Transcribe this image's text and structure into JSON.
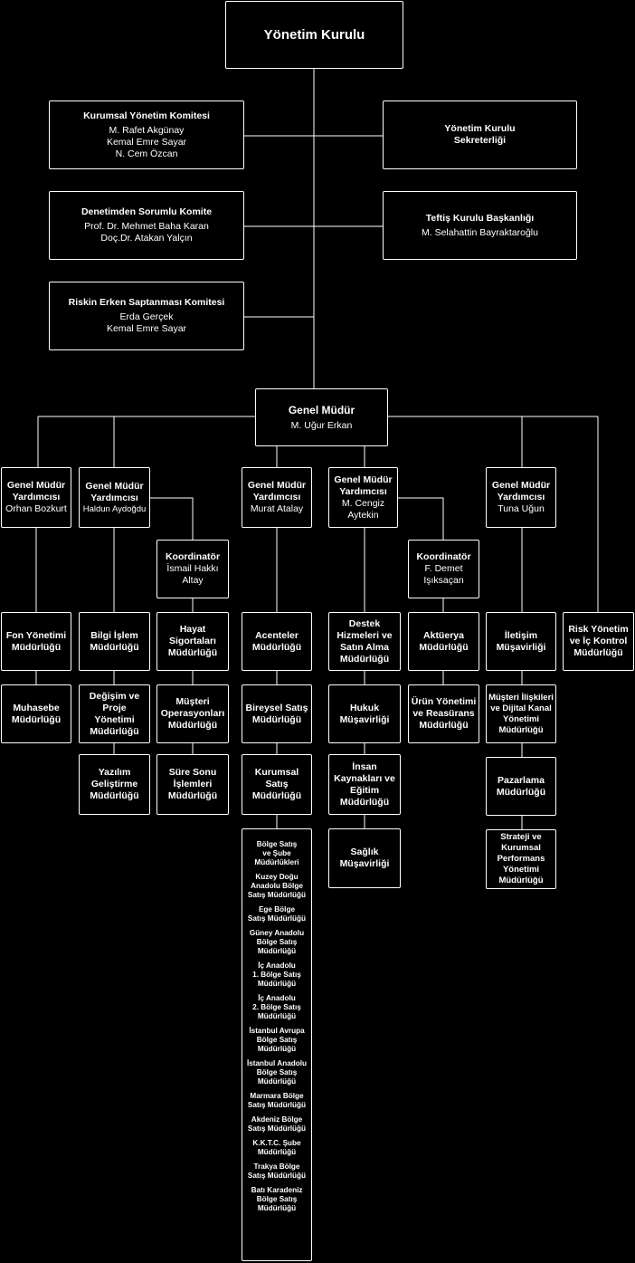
{
  "board": {
    "title": "Yönetim Kurulu"
  },
  "corporate_governance": {
    "title": "Kurumsal Yönetim Komitesi",
    "members": "M. Rafet Akgünay\nKemal Emre Sayar\nN. Cem Özcan"
  },
  "board_secretariat": {
    "title": "Yönetim Kurulu\nSekreterliği"
  },
  "audit_committee": {
    "title": "Denetimden Sorumlu Komite",
    "members": "Prof. Dr. Mehmet Baha Karan\nDoç.Dr. Atakan Yalçın"
  },
  "inspection_board": {
    "title": "Teftiş Kurulu Başkanlığı",
    "members": "M. Selahattin Bayraktaroğlu"
  },
  "risk_committee": {
    "title": "Riskin Erken Saptanması Komitesi",
    "members": "Erda Gerçek\nKemal Emre Sayar"
  },
  "ceo": {
    "title": "Genel Müdür",
    "name": "M. Uğur Erkan"
  },
  "deputies": [
    {
      "title": "Genel Müdür\nYardımcısı",
      "name": "Orhan Bozkurt"
    },
    {
      "title": "Genel Müdür\nYardımcısı",
      "name": "Haldun Aydoğdu"
    },
    {
      "title": "Genel Müdür\nYardımcısı",
      "name": "Murat Atalay"
    },
    {
      "title": "Genel Müdür\nYardımcısı",
      "name": "M. Cengiz\nAytekin"
    },
    {
      "title": "Genel Müdür\nYardımcısı",
      "name": "Tuna Uğun"
    }
  ],
  "coordinators": [
    {
      "title": "Koordinatör",
      "name": "İsmail Hakkı\nAltay"
    },
    {
      "title": "Koordinatör",
      "name": "F. Demet\nIşıksaçan"
    }
  ],
  "departments": {
    "fund_mgmt": "Fon Yönetimi\nMüdürlüğü",
    "accounting": "Muhasebe\nMüdürlüğü",
    "it": "Bilgi İşlem\nMüdürlüğü",
    "change_project": "Değişim ve\nProje Yönetimi\nMüdürlüğü",
    "software_dev": "Yazılım\nGeliştirme\nMüdürlüğü",
    "life_insurance": "Hayat\nSigortaları\nMüdürlüğü",
    "customer_ops": "Müşteri\nOperasyonları\nMüdürlüğü",
    "maturity_ops": "Süre Sonu\nİşlemleri\nMüdürlüğü",
    "agencies": "Acenteler\nMüdürlüğü",
    "individual_sales": "Bireysel Satış\nMüdürlüğü",
    "corporate_sales": "Kurumsal\nSatış\nMüdürlüğü",
    "support_purchasing": "Destek\nHizmeleri ve\nSatın Alma\nMüdürlüğü",
    "legal": "Hukuk\nMüşavirliği",
    "hr": "İnsan\nKaynakları ve\nEğitim\nMüdürlüğü",
    "health": "Sağlık\nMüşavirliği",
    "actuary": "Aktüerya\nMüdürlüğü",
    "product_reinsurance": "Ürün Yönetimi\nve Reasürans\nMüdürlüğü",
    "communication": "İletişim\nMüşavirliği",
    "customer_digital": "Müşteri İlişkileri\nve Dijital Kanal\nYönetimi\nMüdürlüğü",
    "marketing": "Pazarlama\nMüdürlüğü",
    "strategy": "Strateji ve\nKurumsal\nPerformans\nYönetimi\nMüdürlüğü",
    "risk_control": "Risk Yönetim\nve İç Kontrol\nMüdürlüğü"
  },
  "regional": {
    "title": "Bölge Satış\nve Şube\nMüdürlükleri",
    "items": [
      "Kuzey Doğu\nAnadolu Bölge\nSatış Müdürlüğü",
      "Ege Bölge\nSatış Müdürlüğü",
      "Güney Anadolu\nBölge Satış\nMüdürlüğü",
      "İç Anadolu\n1. Bölge Satış\nMüdürlüğü",
      "İç Anadolu\n2. Bölge Satış\nMüdürlüğü",
      "İstanbul Avrupa\nBölge Satış\nMüdürlüğü",
      "İstanbul Anadolu\nBölge Satış\nMüdürlüğü",
      "Marmara Bölge\nSatış Müdürlüğü",
      "Akdeniz Bölge\nSatış Müdürlüğü",
      "K.K.T.C. Şube\nMüdürlüğü",
      "Trakya Bölge\nSatış Müdürlüğü",
      "Batı Karadeniz\nBölge Satış\nMüdürlüğü"
    ]
  }
}
